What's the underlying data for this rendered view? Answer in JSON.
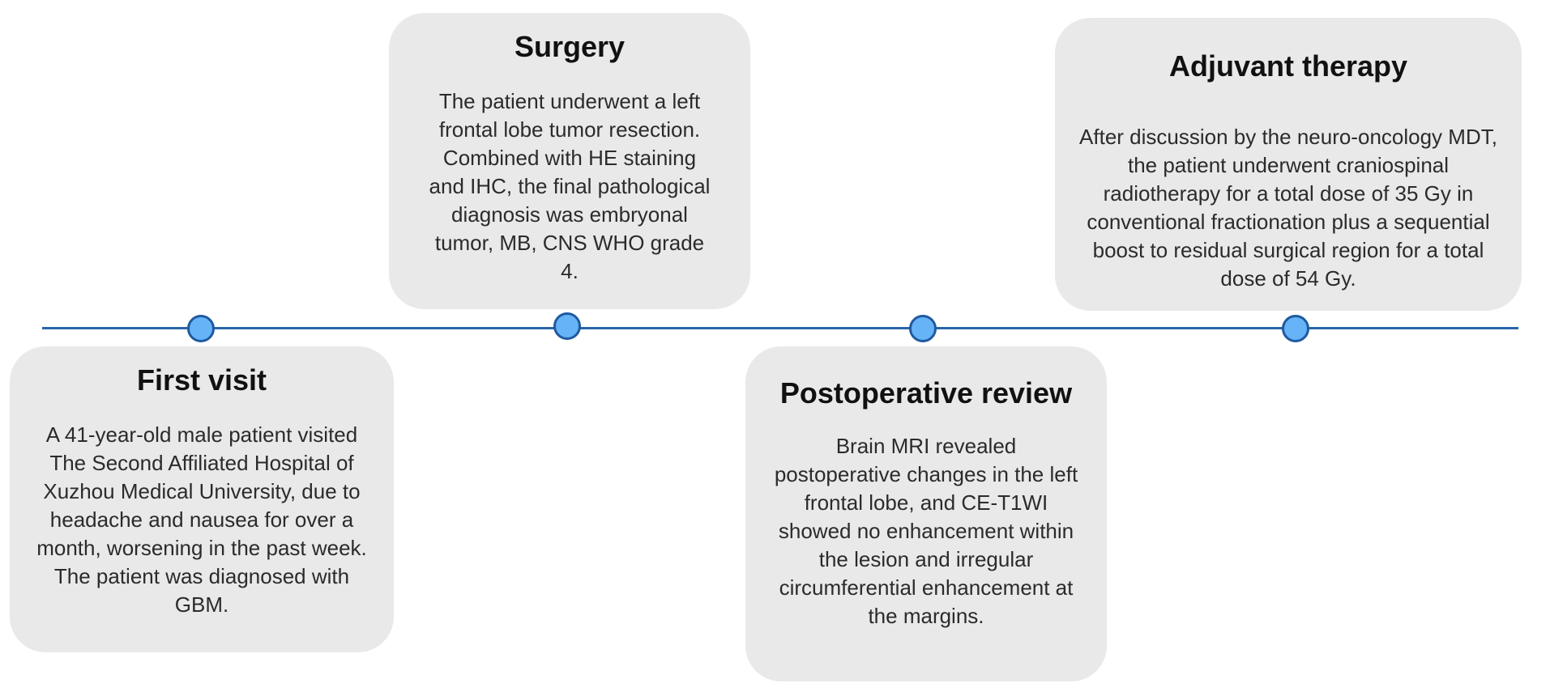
{
  "events": [
    {
      "title": "First visit",
      "text": "A 41-year-old male patient visited The Second Affiliated Hospital of Xuzhou Medical University, due to headache and nausea for over a month, worsening in the past week. The patient was diagnosed with GBM."
    },
    {
      "title": "Surgery",
      "text": "The patient underwent a left frontal lobe tumor resection. Combined with HE staining and IHC, the final pathological diagnosis was embryonal tumor, MB, CNS WHO grade 4."
    },
    {
      "title": "Postoperative review",
      "text": "Brain MRI revealed postoperative changes in the left frontal lobe, and CE-T1WI showed no enhancement within the lesion and irregular circumferential enhancement at the margins."
    },
    {
      "title": "Adjuvant therapy",
      "text": "After discussion by the neuro-oncology MDT, the patient underwent craniospinal radiotherapy for a total dose of 35 Gy in conventional fractionation plus a sequential boost to residual surgical region for a total dose of 54 Gy."
    }
  ],
  "colors": {
    "line": "#2a64a8",
    "node_fill": "#67b3f7",
    "node_border": "#1f5aa0",
    "card_bg": "#e9e9e9"
  }
}
